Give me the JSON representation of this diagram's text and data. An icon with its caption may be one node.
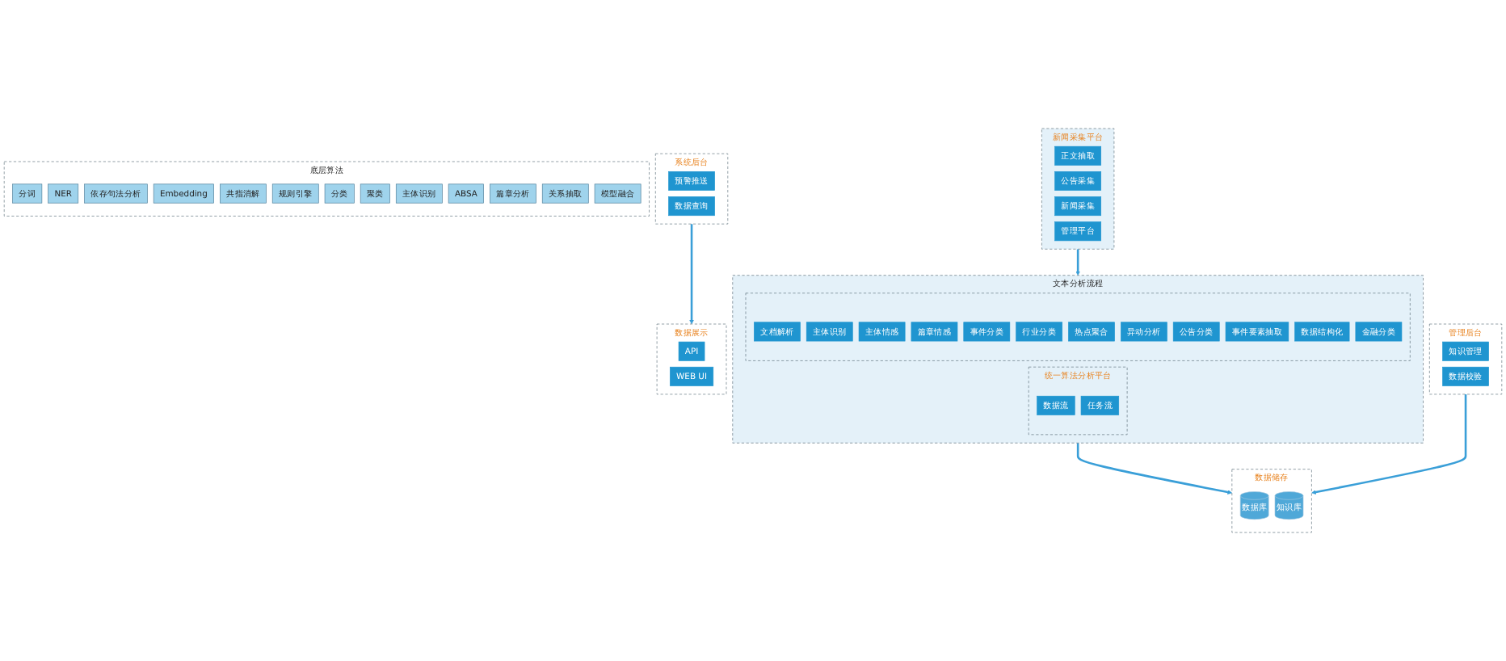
{
  "diagram": {
    "nodes": [
      {
        "text": [
          "新闻采集平台"
        ]
      },
      {
        "text": [
          "正文抽取"
        ],
        "in": 0
      },
      {
        "text": [
          "公告采集"
        ],
        "in": 0
      },
      {
        "text": [
          "新闻采集"
        ],
        "in": 0
      },
      {
        "text": [
          "管理平台"
        ],
        "in": 0
      },
      {
        "text": [
          "文本分析流程"
        ]
      },
      {
        "text": [
          "统一算法分析平台"
        ],
        "in": 5
      },
      {
        "text": [
          "数据流"
        ],
        "in": 6
      },
      {
        "text": [
          "任务流"
        ],
        "in": 6
      },
      {
        "text": [],
        "shape": "box",
        "in": 5
      },
      {
        "text": [
          "文档解析"
        ],
        "in": 9
      },
      {
        "text": [
          "主体识别"
        ],
        "in": 9
      },
      {
        "text": [
          "主体情感"
        ],
        "in": 9
      },
      {
        "text": [
          "篇章情感"
        ],
        "in": 9
      },
      {
        "text": [
          "事件分类"
        ],
        "in": 9
      },
      {
        "text": [
          "行业分类"
        ],
        "in": 9
      },
      {
        "text": [
          "热点聚合"
        ],
        "in": 9
      },
      {
        "text": [
          "异动分析"
        ],
        "in": 9
      },
      {
        "text": [
          "公告分类"
        ],
        "in": 9
      },
      {
        "text": [
          "事件要素抽取"
        ],
        "in": 9
      },
      {
        "text": [
          "数据结构化"
        ],
        "in": 9
      },
      {
        "text": [
          "金融分类"
        ],
        "in": 9
      },
      {
        "text": [
          "数据储存"
        ]
      },
      {
        "text": [
          "数据库"
        ],
        "in": 22
      },
      {
        "text": [
          "知识库"
        ],
        "in": 22
      },
      {
        "text": [
          "系统后台"
        ]
      },
      {
        "text": [
          "预警推送"
        ],
        "in": 25
      },
      {
        "text": [
          "数据查询"
        ],
        "in": 25
      },
      {
        "text": [
          "管理后台"
        ]
      },
      {
        "text": [
          "知识管理"
        ],
        "in": 28
      },
      {
        "text": [
          "数据校验"
        ],
        "in": 28
      },
      {
        "text": [
          "数据展示"
        ]
      },
      {
        "text": [
          "API"
        ],
        "in": 31
      },
      {
        "text": [
          "WEB UI"
        ],
        "in": 31
      },
      {
        "text": [
          "底层算法"
        ]
      },
      {
        "text": [
          "分词"
        ],
        "in": 34
      },
      {
        "text": [
          "NER"
        ],
        "in": 34
      },
      {
        "text": [
          "依存句法分析"
        ],
        "in": 34
      },
      {
        "text": [
          "Embedding"
        ],
        "in": 34
      },
      {
        "text": [
          "共指消解"
        ],
        "in": 34
      },
      {
        "text": [
          "规则引擎"
        ],
        "in": 34
      },
      {
        "text": [
          "分类"
        ],
        "in": 34
      },
      {
        "text": [
          "聚类"
        ],
        "in": 34
      },
      {
        "text": [
          "主体识别"
        ],
        "in": 34
      },
      {
        "text": [
          "ABSA"
        ],
        "in": 34
      },
      {
        "text": [
          "篇章分析"
        ],
        "in": 34
      },
      {
        "text": [
          "关系抽取"
        ],
        "in": 34
      },
      {
        "text": [
          "模型融合"
        ],
        "in": 34
      }
    ],
    "edges": [
      {
        "from": 0,
        "to": 5,
        "arrow": "to"
      },
      {
        "from": 5,
        "to": 22,
        "arrow": "to"
      },
      {
        "from": 28,
        "to": 22,
        "arrow": "to"
      },
      {
        "from": 25,
        "to": 31,
        "arrow": "to"
      }
    ]
  }
}
